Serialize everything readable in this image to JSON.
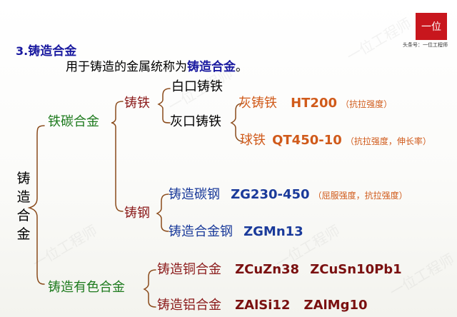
{
  "watermark": "一位工程师",
  "logo": {
    "mark": "一位",
    "caption": "头条号：一位工程师"
  },
  "heading": {
    "number": "3.",
    "title": "铸造合金"
  },
  "intro": {
    "text": "用于铸造的金属统称为",
    "term": "铸造合金",
    "end": "。"
  },
  "root": {
    "label": "铸造合金"
  },
  "tree": {
    "iron_carbon": {
      "label": "铁碳合金"
    },
    "cast_iron": {
      "label": "铸铁"
    },
    "white_iron": {
      "label": "白口铸铁"
    },
    "gray_cast_iron": {
      "label": "灰口铸铁"
    },
    "gray_iron": {
      "label": "灰铸铁",
      "code": "HT200",
      "note": "（抗拉强度）"
    },
    "nodular_iron": {
      "label": "球铁",
      "code": "QT450-10",
      "note": "（抗拉强度，伸长率）"
    },
    "cast_steel": {
      "label": "铸钢"
    },
    "carbon_steel": {
      "label": "铸造碳钢",
      "code": "ZG230-450",
      "note": "（屈服强度，抗拉强度）"
    },
    "alloy_steel": {
      "label": "铸造合金钢",
      "code": "ZGMn13"
    },
    "nonferrous": {
      "label": "铸造有色合金"
    },
    "copper_alloy": {
      "label": "铸造铜合金",
      "codes": [
        "ZCuZn38",
        "ZCuSn10Pb1"
      ]
    },
    "aluminum_alloy": {
      "label": "铸造铝合金",
      "codes": [
        "ZAlSi12",
        "ZAlMg10"
      ]
    }
  }
}
